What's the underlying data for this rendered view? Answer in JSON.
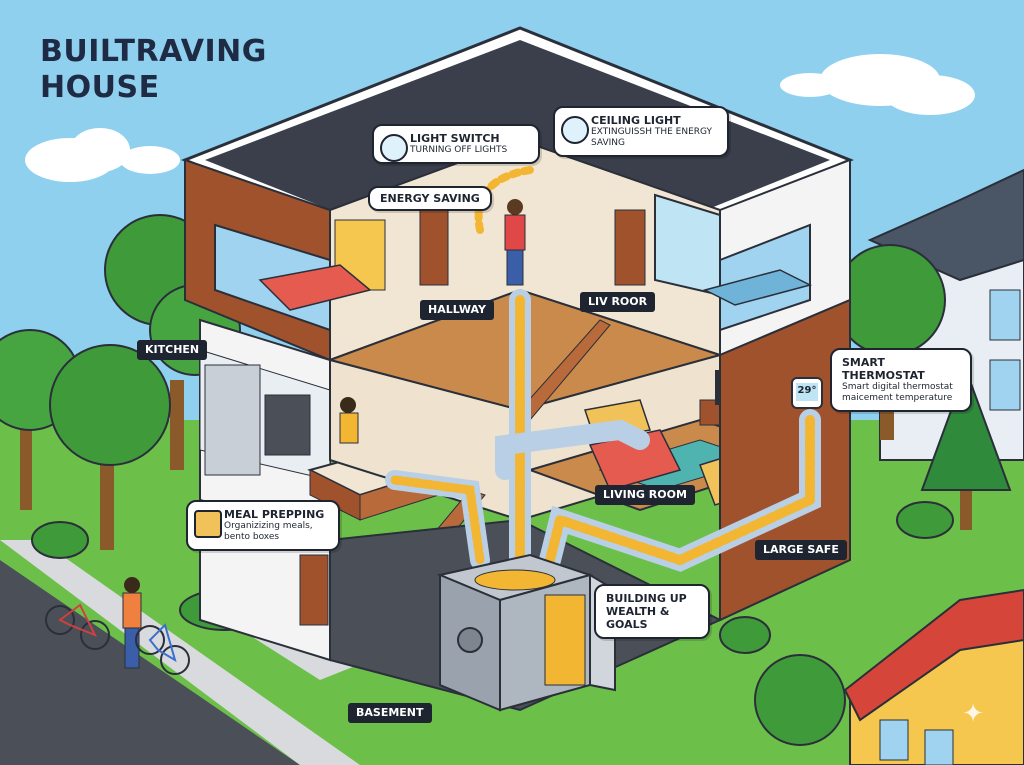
{
  "title": {
    "line1": "BUILTRAVING",
    "line2": "HOUSE"
  },
  "labels": {
    "kitchen": "KITCHEN",
    "hallway": "HALLWAY",
    "liv_room": "LIV ROOR",
    "living_room": "LIVING ROOM",
    "large_safe": "LARGE SAFE",
    "basement": "BASEMENT"
  },
  "callouts": {
    "light_switch": {
      "title": "LIGHT SWITCH",
      "body": "TURNING OFF LIGHTS"
    },
    "ceiling_light": {
      "title": "CEILING LIGHT",
      "body": "EXTINGUISSH THE ENERGY SAVING"
    },
    "energy_saving": {
      "title": "ENERGY SAVING"
    },
    "smart_thermostat": {
      "title": "SMART THERMOSTAT",
      "body": "Smart digital thermostat maicement temperature"
    },
    "meal_prepping": {
      "title": "MEAL PREPPING",
      "body": "Organizizing meals, bento boxes"
    },
    "building_up": {
      "title": "BUILDING UP WEALTH & GOALS"
    }
  },
  "thermostat_display": "29°",
  "colors": {
    "sky": "#8fd0ef",
    "grass": "#6cc04a",
    "roof": "#3a3f4b",
    "wood": "#a0522d",
    "coins": "#f2b632",
    "pipe": "#b8cfe6",
    "safe": "#9aa3ad"
  },
  "icons": [
    "light-switch-icon",
    "ceiling-light-icon",
    "bento-box-icon",
    "thermostat-icon",
    "safe-dial-icon",
    "sparkle-icon"
  ]
}
